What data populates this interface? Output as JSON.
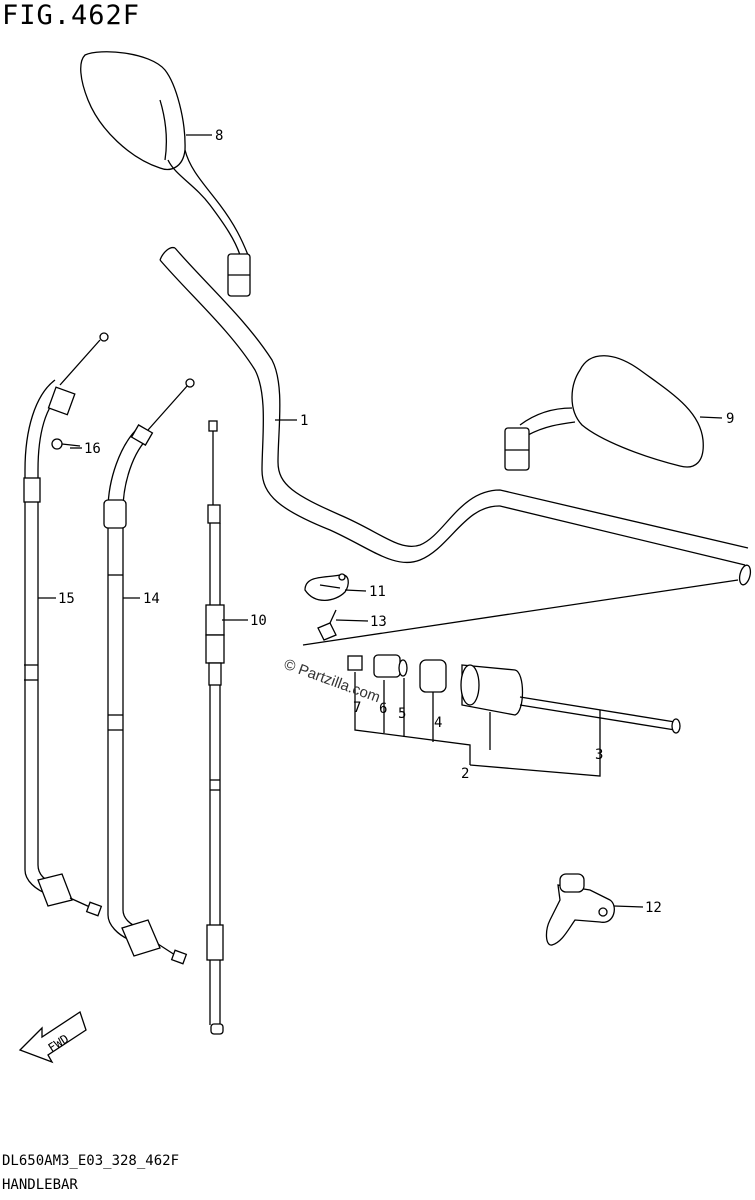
{
  "figure": {
    "title": "FIG.462F",
    "code": "DL650AM3_E03_328_462F",
    "name": "HANDLEBAR"
  },
  "watermark": "© Partzilla.com",
  "fwd_label": "FWD",
  "callouts": {
    "c1": "1",
    "c2": "2",
    "c3": "3",
    "c4": "4",
    "c5": "5",
    "c6": "6",
    "c7": "7",
    "c8": "8",
    "c9": "9",
    "c10": "10",
    "c11": "11",
    "c12": "12",
    "c13": "13",
    "c14": "14",
    "c15": "15",
    "c16": "16"
  }
}
